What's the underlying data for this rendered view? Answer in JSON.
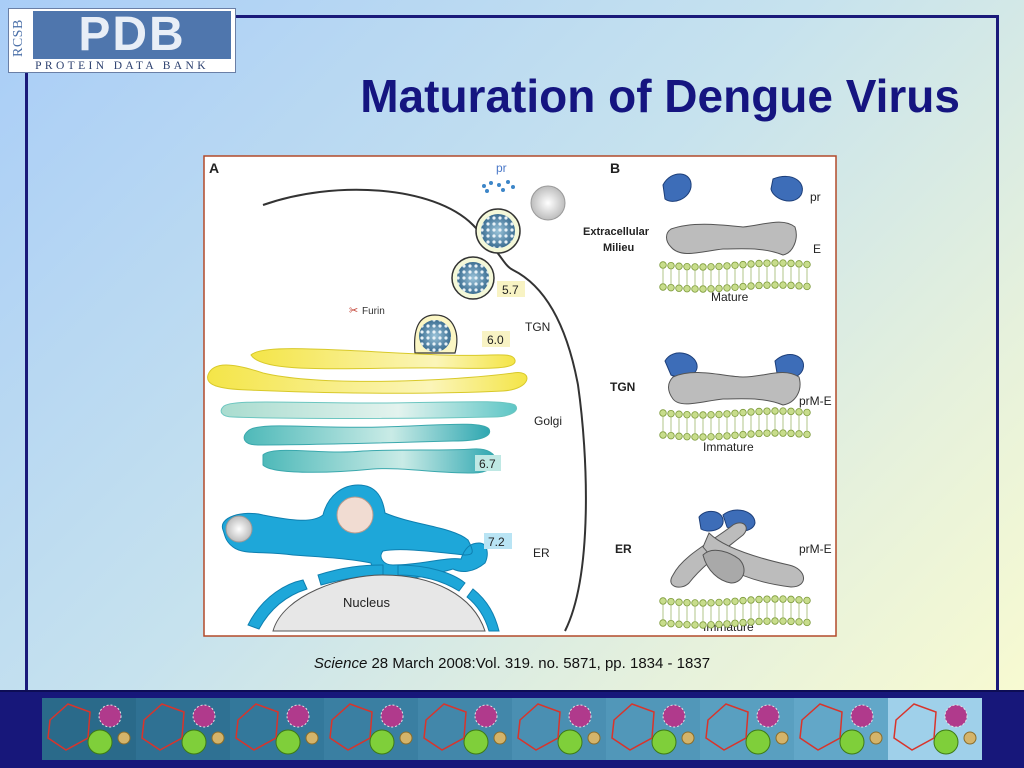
{
  "logo": {
    "vertical_text": "RCSB",
    "main_text": "PDB",
    "subtitle": "PROTEIN DATA BANK"
  },
  "title": "Maturation of Dengue Virus",
  "figure": {
    "panel_a": {
      "label": "A",
      "pr": "pr",
      "furin": "Furin",
      "ph_57": "5.7",
      "tgn": "TGN",
      "ph_60": "6.0",
      "golgi": "Golgi",
      "ph_67": "6.7",
      "ph_72": "7.2",
      "er": "ER",
      "nucleus": "Nucleus"
    },
    "panel_b": {
      "label": "B",
      "pr": "pr",
      "extracellular": [
        "Extracellular",
        "Milieu"
      ],
      "e": "E",
      "mature": "Mature",
      "tgn": "TGN",
      "prme_top": "prM-E",
      "immature_top": "Immature",
      "er": "ER",
      "prme_bottom": "prM-E",
      "immature_bottom": "Immature"
    }
  },
  "caption": {
    "journal": "Science",
    "citation": " 28 March 2008:Vol. 319. no. 5871, pp. 1834 - 1837"
  },
  "colors": {
    "title": "#151580",
    "bar": "#17177a",
    "er_blue": "#1ea7d9",
    "golgi_yellow": "#f3e65a",
    "protein_blue": "#3d6db8"
  }
}
